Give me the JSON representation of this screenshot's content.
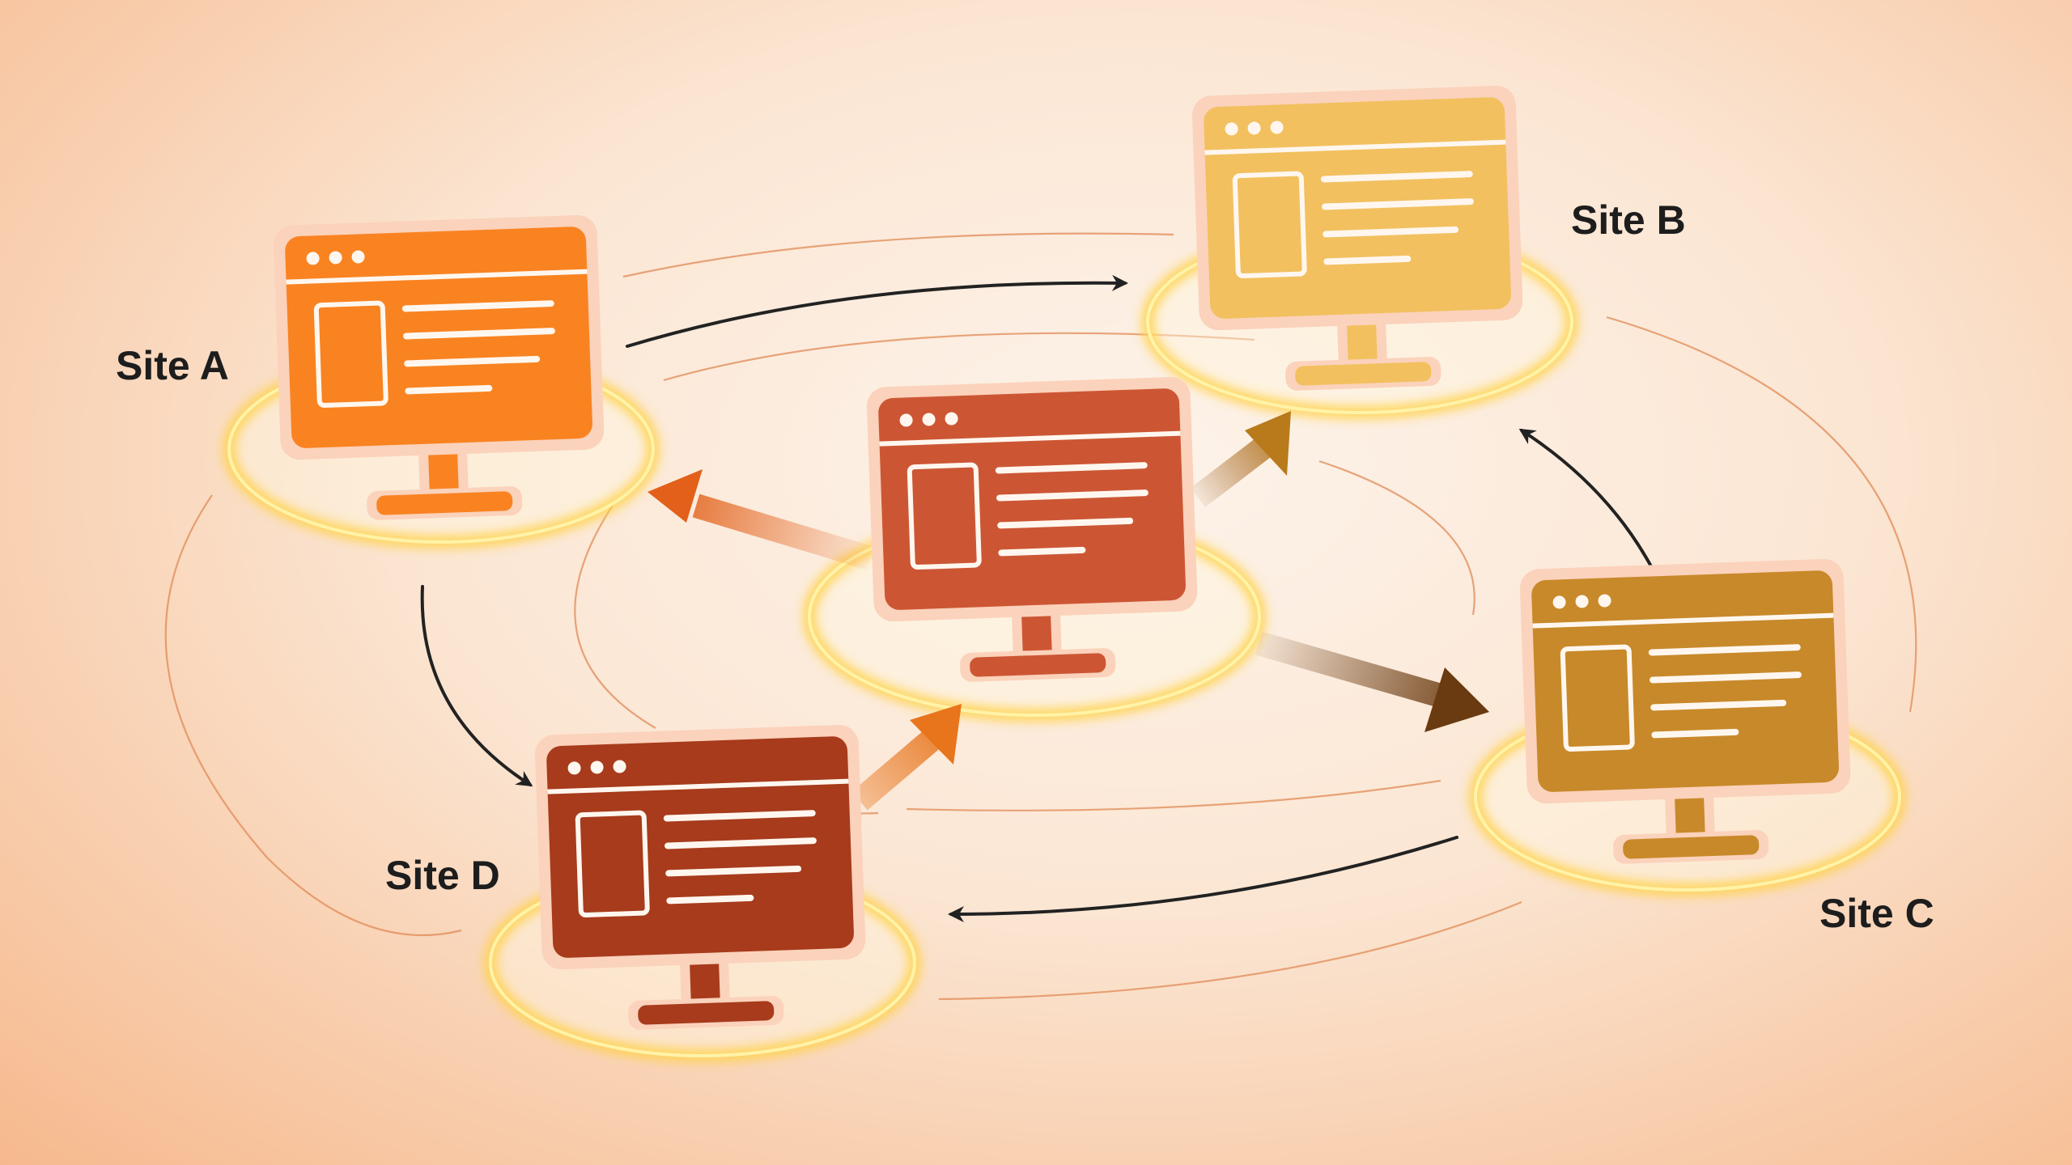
{
  "diagram": {
    "nodes": [
      {
        "id": "site-a",
        "label": "Site A",
        "color": "#f98321"
      },
      {
        "id": "site-b",
        "label": "Site B",
        "color": "#f2c05f"
      },
      {
        "id": "site-c",
        "label": "Site C",
        "color": "#c8892a"
      },
      {
        "id": "site-d",
        "label": "Site D",
        "color": "#a73b1c"
      },
      {
        "id": "hub",
        "label": "",
        "color": "#cc5634"
      }
    ],
    "edges": [
      {
        "from": "site-a",
        "to": "site-b"
      },
      {
        "from": "site-a",
        "to": "site-d"
      },
      {
        "from": "site-c",
        "to": "site-d"
      },
      {
        "from": "site-c",
        "to": "site-b"
      },
      {
        "from": "hub",
        "to": "site-a"
      },
      {
        "from": "hub",
        "to": "site-b"
      },
      {
        "from": "hub",
        "to": "site-c"
      },
      {
        "from": "site-d",
        "to": "hub"
      }
    ]
  }
}
